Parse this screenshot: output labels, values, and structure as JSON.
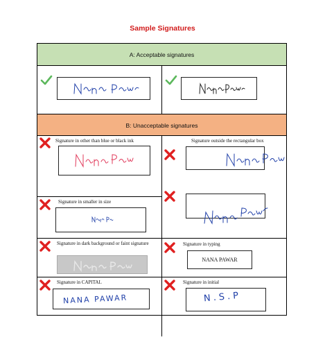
{
  "title": "Sample Signatures",
  "sections": {
    "acceptable": {
      "heading": "A: Acceptable signatures"
    },
    "unacceptable": {
      "heading": "B: Unacceptable signatures"
    }
  },
  "labels": {
    "color": "Signature in other than blue or black ink",
    "outside": "Signature outside the rectangular box",
    "smaller": "Signature in smaller in size",
    "dark": "Signature in dark background or faint signature",
    "typing": "Signature in typing",
    "capital": "Signature in CAPITAL",
    "initial": "Signature in initial"
  },
  "signatures": {
    "handwritten": "Nana Pawar",
    "typed": "NANA PAWAR",
    "capital": "NANA PAWAR",
    "initial": "N.S.P"
  },
  "colors": {
    "title": "#d11a1a",
    "acceptable_header": "#c6e0b4",
    "unacceptable_header": "#f4b183",
    "ink_blue": "#1f3fa8",
    "ink_red": "#e0395a",
    "check": "#5cb85c",
    "cross": "#e02020"
  }
}
